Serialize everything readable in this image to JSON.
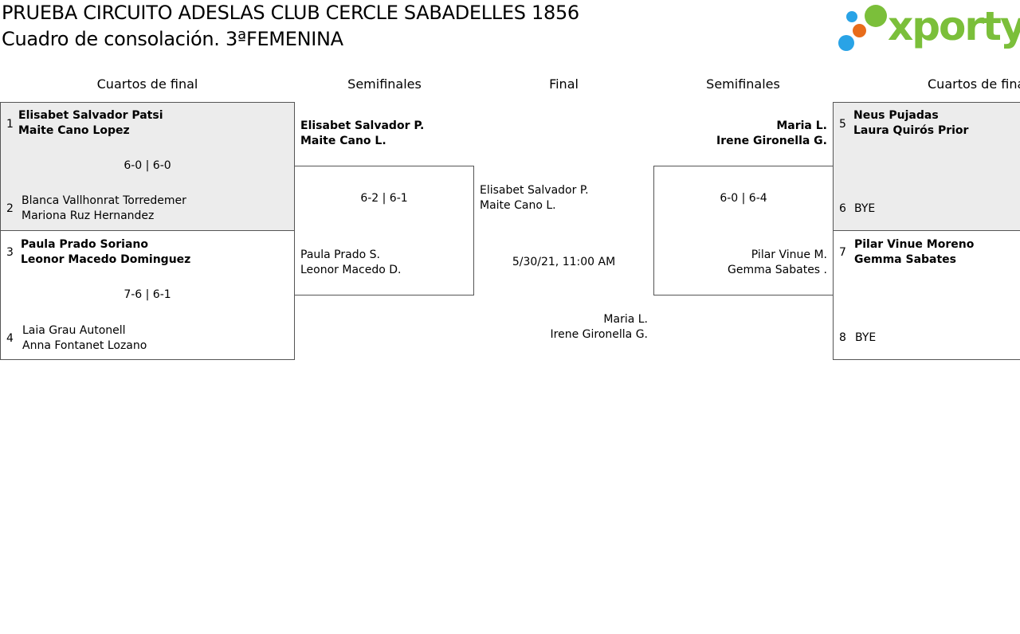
{
  "header": {
    "title_line1": "PRUEBA CIRCUITO ADESLAS CLUB CERCLE SABADELLES 1856",
    "title_line2": "Cuadro de consolación. 3ªFEMENINA",
    "logo_text": "xporty",
    "logo_colors": [
      "#29a3e6",
      "#7bbf3a",
      "#e86c1a",
      "#29a3e6"
    ]
  },
  "rounds": {
    "left_qf": "Cuartos de final",
    "left_sf": "Semifinales",
    "final": "Final",
    "right_sf": "Semifinales",
    "right_qf": "Cuartos de final"
  },
  "left_qf": {
    "match1": {
      "seed_top": "1",
      "top_p1": "Elisabet Salvador Patsi",
      "top_p2": "Maite Cano Lopez",
      "score": "6-0 | 6-0",
      "seed_bottom": "2",
      "bottom_p1": "Blanca Vallhonrat Torredemer",
      "bottom_p2": "Mariona Ruz Hernandez"
    },
    "match2": {
      "seed_top": "3",
      "top_p1": "Paula Prado Soriano",
      "top_p2": "Leonor Macedo Dominguez",
      "score": "7-6 | 6-1",
      "seed_bottom": "4",
      "bottom_p1": "Laia Grau Autonell",
      "bottom_p2": "Anna Fontanet Lozano"
    }
  },
  "left_sf": {
    "top_p1": "Elisabet Salvador P.",
    "top_p2": "Maite Cano L.",
    "score": "6-2 | 6-1",
    "bottom_p1": "Paula Prado S.",
    "bottom_p2": "Leonor Macedo D."
  },
  "final": {
    "top_p1": "Elisabet Salvador P.",
    "top_p2": "Maite Cano L.",
    "datetime": "5/30/21, 11:00 AM",
    "bottom_p1": "Maria L.",
    "bottom_p2": "Irene Gironella G."
  },
  "right_sf": {
    "top_p1": "Maria L.",
    "top_p2": "Irene Gironella G.",
    "score": "6-0 | 6-4",
    "bottom_p1": "Pilar Vinue M.",
    "bottom_p2": "Gemma Sabates ."
  },
  "right_qf": {
    "match1": {
      "seed_top": "5",
      "top_p1": "Neus Pujadas",
      "top_p2": "Laura Quirós Prior",
      "seed_bottom": "6",
      "bottom_p1": "BYE"
    },
    "match2": {
      "seed_top": "7",
      "top_p1": "Pilar Vinue Moreno",
      "top_p2": "Gemma Sabates",
      "seed_bottom": "8",
      "bottom_p1": "BYE"
    }
  }
}
